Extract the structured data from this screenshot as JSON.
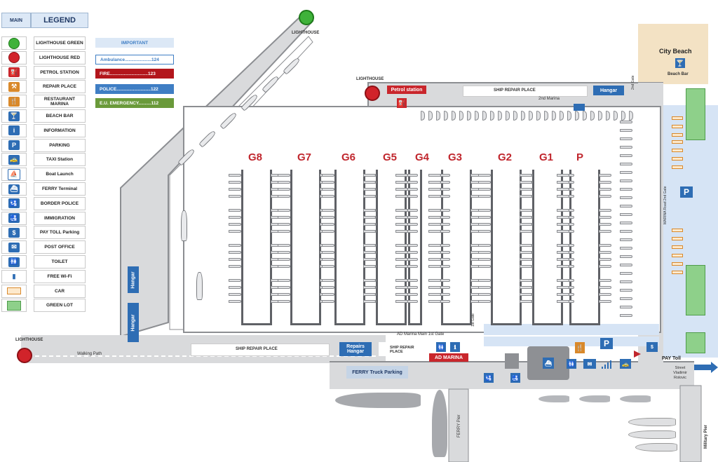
{
  "legend": {
    "main_label": "MAIN",
    "title": "LEGEND",
    "items": [
      {
        "label": "LIGHTHOUSE GREEN",
        "icon": "lighthouse-green-icon"
      },
      {
        "label": "LIGHTHOUSE RED",
        "icon": "lighthouse-red-icon"
      },
      {
        "label": "PETROL STATION",
        "icon": "petrol-icon"
      },
      {
        "label": "REPAIR PLACE",
        "icon": "repair-icon"
      },
      {
        "label": "RESTAURANT MARINA",
        "icon": "restaurant-icon"
      },
      {
        "label": "BEACH BAR",
        "icon": "beach-bar-icon"
      },
      {
        "label": "INFORMATION",
        "icon": "information-icon"
      },
      {
        "label": "PARKING",
        "icon": "parking-icon"
      },
      {
        "label": "TAXI Station",
        "icon": "taxi-icon"
      },
      {
        "label": "Boat Launch",
        "icon": "boat-launch-icon"
      },
      {
        "label": "FERRY Terminal",
        "icon": "ferry-icon"
      },
      {
        "label": "BORDER POLICE",
        "icon": "border-police-icon"
      },
      {
        "label": "IMMIGRATION",
        "icon": "immigration-icon"
      },
      {
        "label": "PAY TOLL Parking",
        "icon": "pay-toll-icon"
      },
      {
        "label": "POST OFFICE",
        "icon": "post-office-icon"
      },
      {
        "label": "TOILET",
        "icon": "toilet-icon"
      },
      {
        "label": "FREE Wi-Fi",
        "icon": "wifi-icon"
      },
      {
        "label": "CAR",
        "icon": "car-icon"
      },
      {
        "label": "GREEN LOT",
        "icon": "green-lot-icon"
      }
    ]
  },
  "important": {
    "title": "IMPORTANT",
    "ambulance": "Ambulance.....................124",
    "fire": "FIRE..............................123",
    "police": "POLICE...........................122",
    "emergency": "E.U. EMERGENCY..........112"
  },
  "map": {
    "gates": [
      "G8",
      "G7",
      "G6",
      "G5",
      "G4",
      "G3",
      "G2",
      "G1",
      "P"
    ],
    "labels": {
      "lighthouse_top": "LIGHTHOUSE",
      "lighthouse_mid": "LIGHTHOUSE",
      "lighthouse_left": "LIGHTHOUSE",
      "petrol_station": "Petrol station",
      "ship_repair_top": "SHIP REPAIR PLACE",
      "hangar_top": "Hangar",
      "second_marina": "2nd Marina",
      "second_gate": "2nd Gate",
      "city_beach": "City Beach",
      "beach_bar": "Beach Bar",
      "marina_road": "MARINA Road 2nd Gate",
      "hangar_left1": "Hangar",
      "hangar_left2": "Hangar",
      "walking_path": "Walking Path",
      "ship_repair_bottom": "SHIP REPAIR PLACE",
      "repairs_hangar": "Repairs Hangar",
      "ship_repair_small": "SHIP REPAIR PLACE",
      "ad_marina_gate": "AD Marina Main 1st Gate",
      "first_gate": "1st Gate",
      "ad_marina": "AD MARINA",
      "ferry_truck": "FERRY Truck Parking",
      "ferry_pier": "FERRY Pier",
      "pay_toll": "PAY Toll",
      "street": "Street Vladimir Rolovic",
      "military_pier": "Military Pier"
    }
  },
  "colors": {
    "gate_red": "#c0262d",
    "brand_blue": "#2e6db4",
    "fire_red": "#c9262c",
    "police_blue": "#3f7ec4",
    "emergency_green": "#6a9a3a",
    "water_blue": "#d6e4f5",
    "sand": "#f3e2c4",
    "grass": "#8ed08a"
  }
}
